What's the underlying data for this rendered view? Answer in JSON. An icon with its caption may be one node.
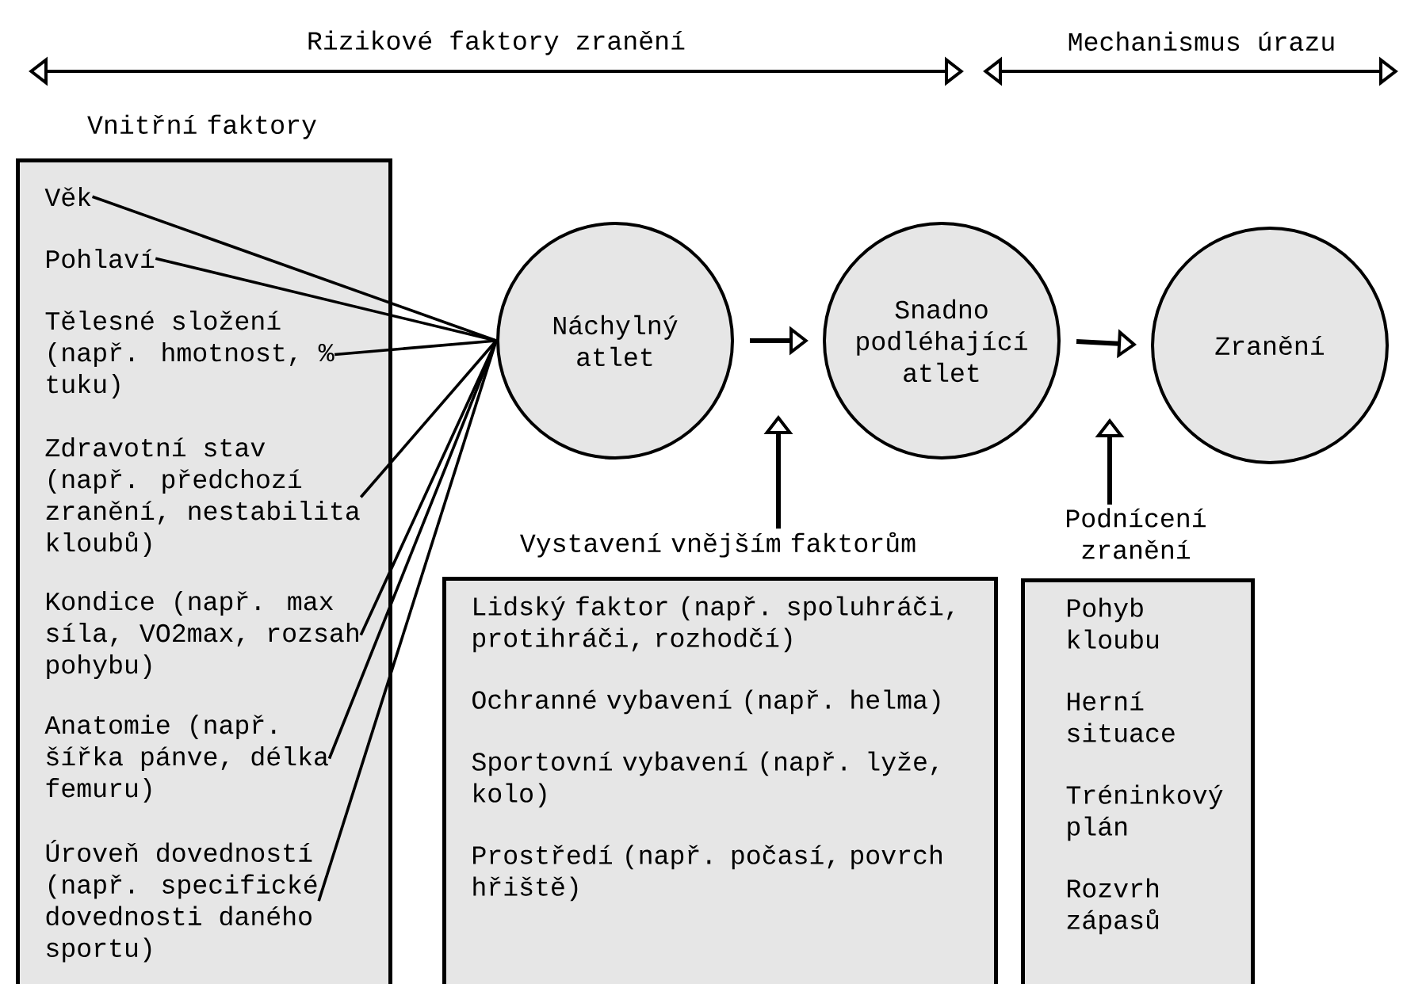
{
  "diagram": {
    "nodes": [
      {
        "text": [
          "Vnitřní faktory"
        ]
      },
      {
        "text": [
          "Věk"
        ],
        "in": 0
      },
      {
        "text": [
          "Pohlaví"
        ],
        "in": 0
      },
      {
        "text": [
          "Tělesné složení (např. hmotnost, % tuku)"
        ],
        "in": 0
      },
      {
        "text": [
          "Zdravotní stav (např. předchozí zranění, nestabilita kloubů)"
        ],
        "in": 0
      },
      {
        "text": [
          "Kondice (např. max síla, VO2max, rozsah pohybu)"
        ],
        "in": 0
      },
      {
        "text": [
          "Anatomie (např. šířka pánve, délka femuru)"
        ],
        "in": 0
      },
      {
        "text": [
          "Úroveň dovedností (např. specifické dovednosti daného sportu)"
        ],
        "in": 0
      },
      {
        "text": [
          "Náchylný atlet"
        ]
      },
      {
        "text": [
          "Snadno podléhající atlet"
        ]
      },
      {
        "text": [
          "Zranění"
        ]
      },
      {
        "text": [
          "Vystavení vnějším faktorům",
          "Lidský faktor (např. spoluhráči, protihráči, rozhodčí)",
          "Ochranné vybavení (např. helma)",
          "Sportovní vybavení (např. lyže, kolo)",
          "Prostředí (např. počasí, povrch hřiště)"
        ]
      },
      {
        "text": [
          "Podnícení zranění",
          "Pohyb kloubu",
          "Herní situace",
          "Tréninkový plán",
          "Rozvrh zápasů"
        ]
      }
    ],
    "edges": [
      {
        "from": 1,
        "to": 8,
        "arrow": "none"
      },
      {
        "from": 2,
        "to": 8,
        "arrow": "none"
      },
      {
        "from": 3,
        "to": 8,
        "arrow": "none"
      },
      {
        "from": 4,
        "to": 8,
        "arrow": "none"
      },
      {
        "from": 5,
        "to": 8,
        "arrow": "none"
      },
      {
        "from": 6,
        "to": 8,
        "arrow": "none"
      },
      {
        "from": 7,
        "to": 8,
        "arrow": "none"
      },
      {
        "from": 8,
        "to": 9,
        "arrow": "to"
      },
      {
        "from": 9,
        "to": 10,
        "arrow": "to"
      },
      {
        "from": 11,
        "to": null,
        "arrow": "to"
      },
      {
        "from": 12,
        "to": null,
        "arrow": "to"
      }
    ],
    "labels": [
      "Rizikové faktory zranění",
      "Mechanismus úrazu"
    ]
  }
}
